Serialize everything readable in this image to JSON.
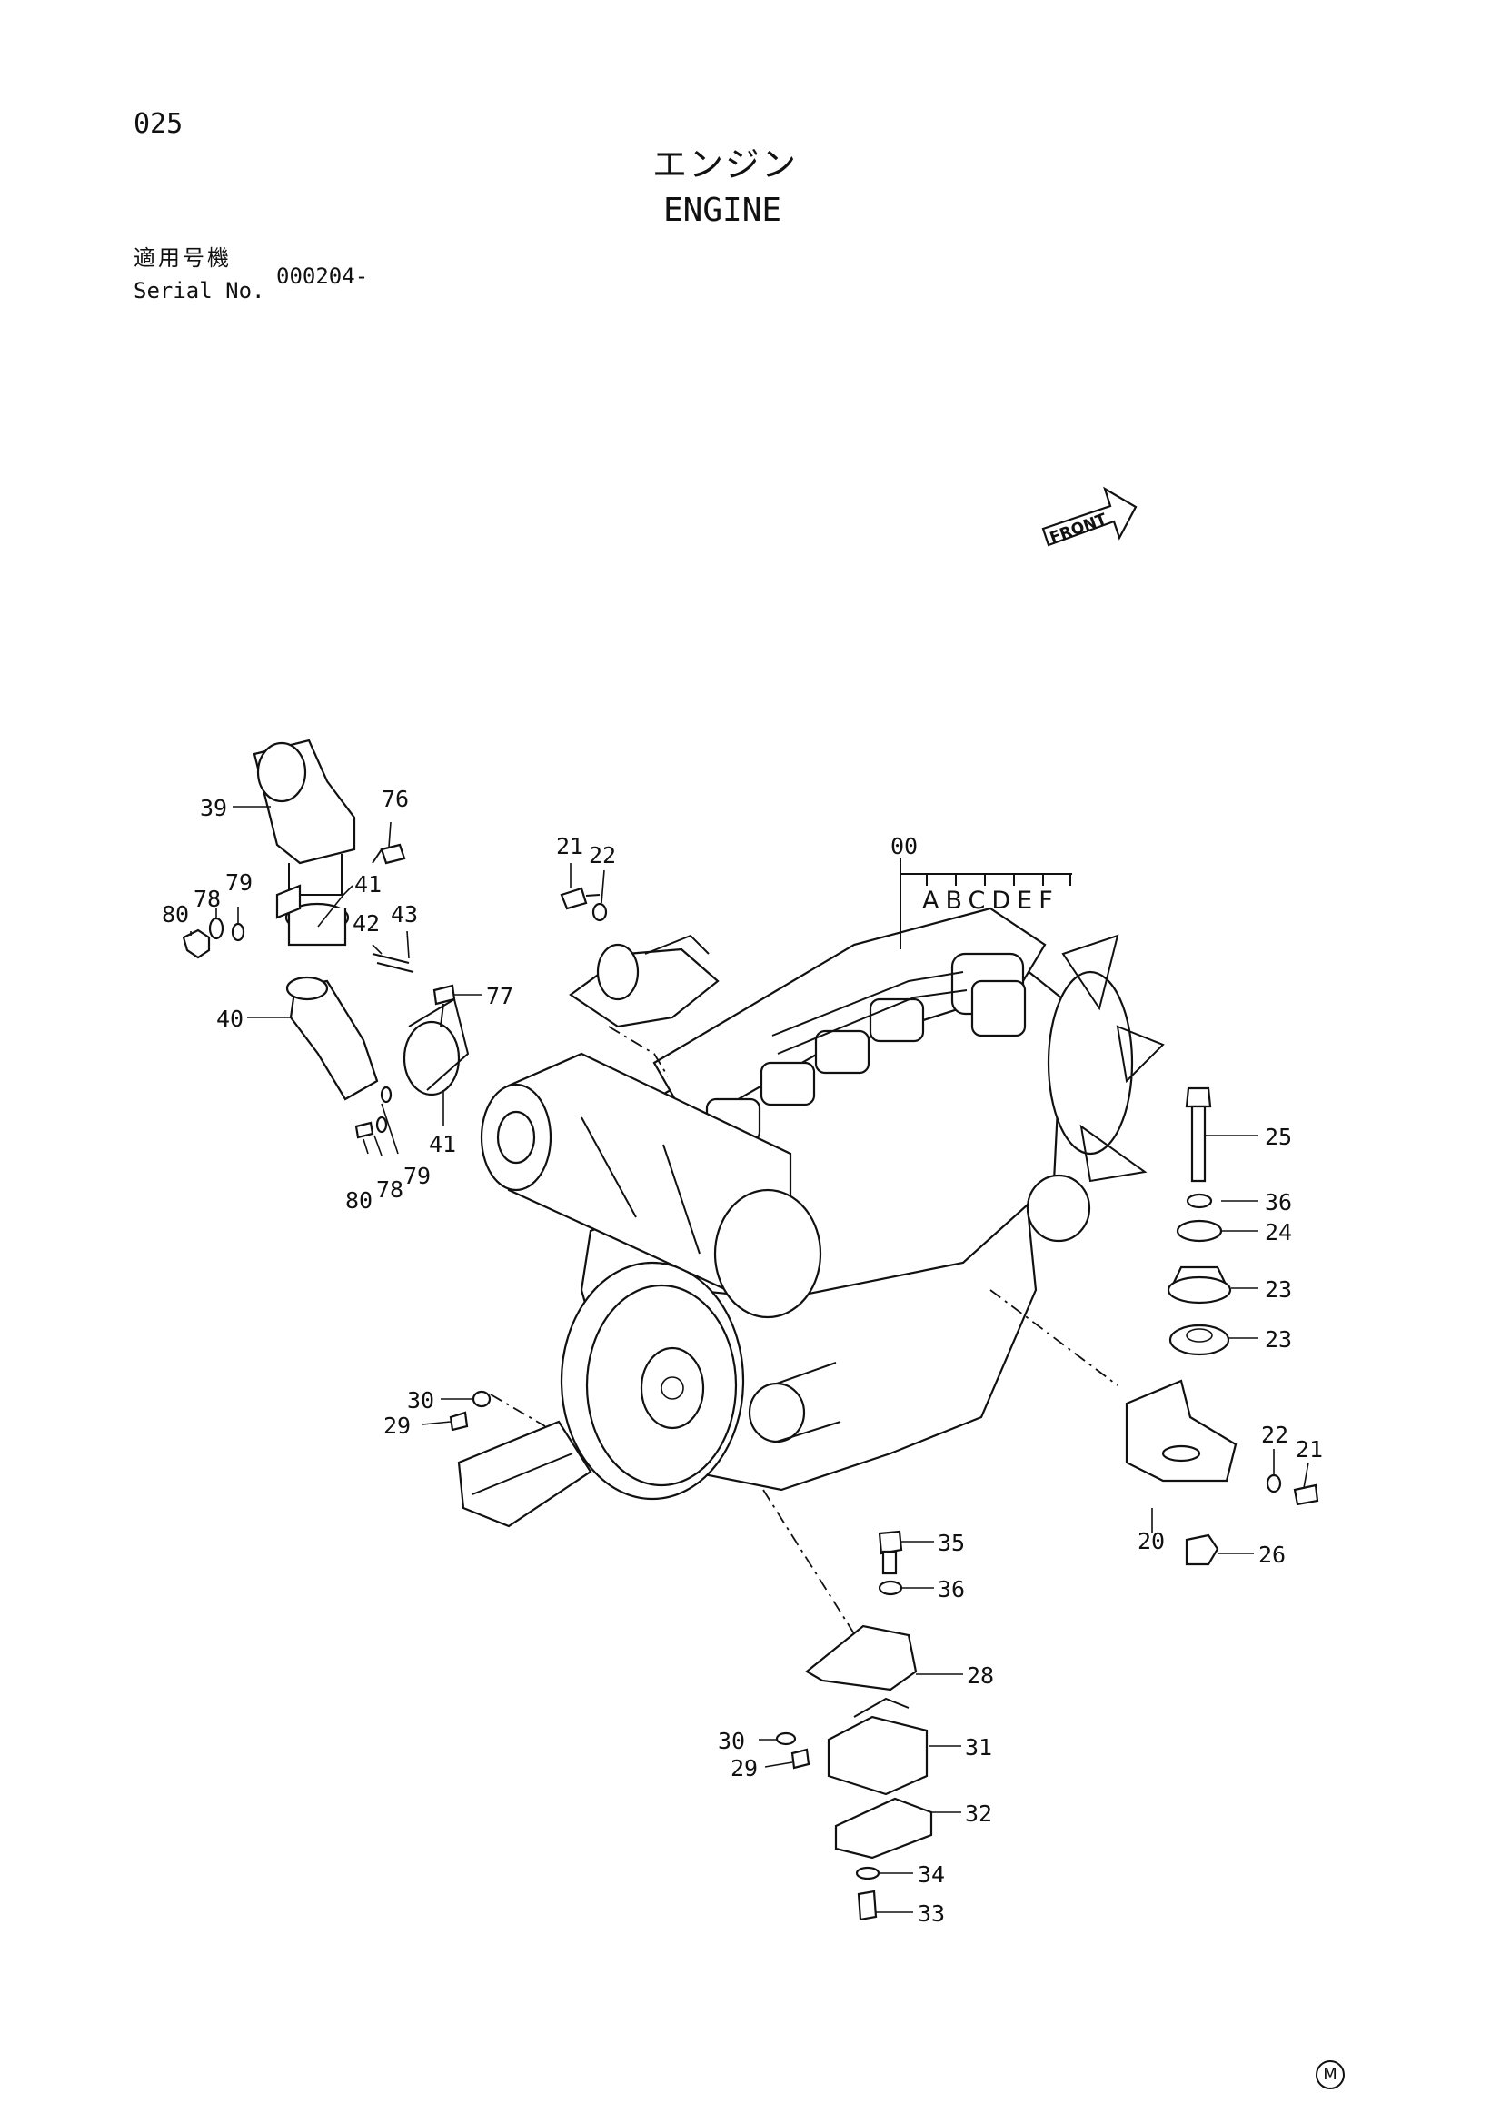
{
  "page_number": "025",
  "title_jp": "エンジン",
  "title_en": "ENGINE",
  "serial_label_jp": "適用号機",
  "serial_label_en": "Serial No.",
  "serial_value": "000204-",
  "front_label": "FRONT",
  "variant_letters": "ABCDEF",
  "corner_mark": "M",
  "callouts": {
    "c00": "00",
    "c39": "39",
    "c76": "76",
    "c41a": "41",
    "c80a": "80",
    "c78a": "78",
    "c79a": "79",
    "c42": "42",
    "c43": "43",
    "c40": "40",
    "c77": "77",
    "c41b": "41",
    "c79b": "79",
    "c78b": "78",
    "c80b": "80",
    "c21a": "21",
    "c22a": "22",
    "c25": "25",
    "c36a": "36",
    "c24": "24",
    "c23a": "23",
    "c23b": "23",
    "c30a": "30",
    "c29a": "29",
    "c22b": "22",
    "c21b": "21",
    "c20": "20",
    "c26": "26",
    "c35": "35",
    "c36b": "36",
    "c28": "28",
    "c30b": "30",
    "c29b": "29",
    "c31": "31",
    "c32": "32",
    "c34": "34",
    "c33": "33"
  }
}
